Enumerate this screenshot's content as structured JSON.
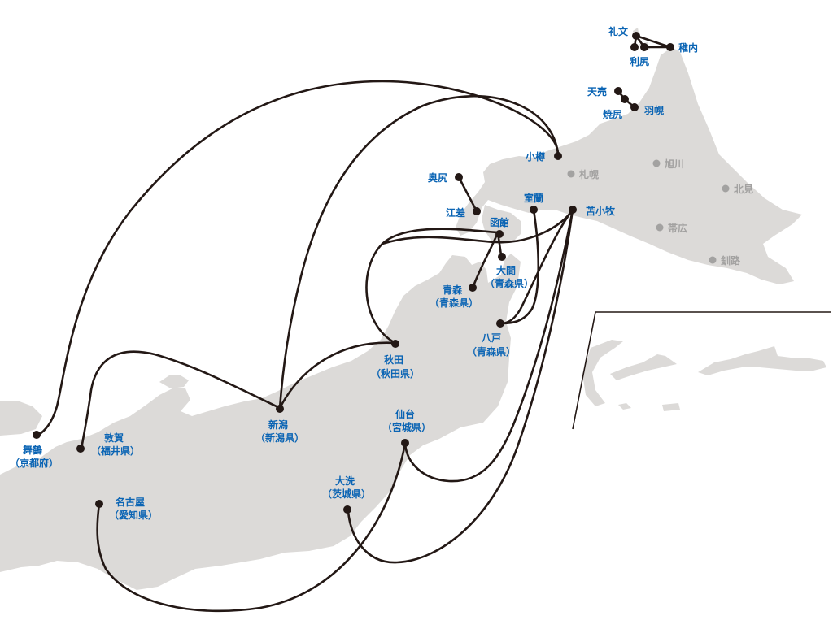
{
  "colors": {
    "land": "#dcdad8",
    "route": "#231815",
    "port_label": "#0a64b4",
    "city_label": "#a3a2a1"
  },
  "ports": [
    {
      "id": "rebun",
      "label": "礼文",
      "sub": ""
    },
    {
      "id": "wakkanai",
      "label": "稚内",
      "sub": ""
    },
    {
      "id": "rishiri",
      "label": "利尻",
      "sub": ""
    },
    {
      "id": "teuri",
      "label": "天売",
      "sub": ""
    },
    {
      "id": "yagishiri",
      "label": "焼尻",
      "sub": ""
    },
    {
      "id": "haboro",
      "label": "羽幌",
      "sub": ""
    },
    {
      "id": "otaru",
      "label": "小樽",
      "sub": ""
    },
    {
      "id": "okushiri",
      "label": "奥尻",
      "sub": ""
    },
    {
      "id": "esashi",
      "label": "江差",
      "sub": ""
    },
    {
      "id": "muroran",
      "label": "室蘭",
      "sub": ""
    },
    {
      "id": "tomakomai",
      "label": "苫小牧",
      "sub": ""
    },
    {
      "id": "hakodate",
      "label": "函館",
      "sub": ""
    },
    {
      "id": "oma",
      "label": "大間",
      "sub": "（青森県）"
    },
    {
      "id": "aomori",
      "label": "青森",
      "sub": "（青森県）"
    },
    {
      "id": "hachinohe",
      "label": "八戸",
      "sub": "（青森県）"
    },
    {
      "id": "akita",
      "label": "秋田",
      "sub": "（秋田県）"
    },
    {
      "id": "sendai",
      "label": "仙台",
      "sub": "（宮城県）"
    },
    {
      "id": "niigata",
      "label": "新潟",
      "sub": "（新潟県）"
    },
    {
      "id": "oarai",
      "label": "大洗",
      "sub": "（茨城県）"
    },
    {
      "id": "maizuru",
      "label": "舞鶴",
      "sub": "（京都府）"
    },
    {
      "id": "tsuruga",
      "label": "敦賀",
      "sub": "（福井県）"
    },
    {
      "id": "nagoya",
      "label": "名古屋",
      "sub": "（愛知県）"
    }
  ],
  "cities": [
    {
      "id": "sapporo",
      "label": "札幌"
    },
    {
      "id": "asahikawa",
      "label": "旭川"
    },
    {
      "id": "kitami",
      "label": "北見"
    },
    {
      "id": "obihiro",
      "label": "帯広"
    },
    {
      "id": "kushiro",
      "label": "釧路"
    }
  ],
  "routes": [
    {
      "from": "rebun",
      "to": "wakkanai"
    },
    {
      "from": "rishiri",
      "to": "wakkanai"
    },
    {
      "from": "rebun",
      "to": "rishiri"
    },
    {
      "from": "teuri",
      "to": "haboro"
    },
    {
      "from": "okushiri",
      "to": "esashi"
    },
    {
      "from": "otaru",
      "to": "maizuru"
    },
    {
      "from": "otaru",
      "to": "niigata"
    },
    {
      "from": "hakodate",
      "to": "aomori"
    },
    {
      "from": "hakodate",
      "to": "oma"
    },
    {
      "from": "hakodate",
      "to": "akita"
    },
    {
      "from": "muroran",
      "to": "hachinohe"
    },
    {
      "from": "tomakomai",
      "to": "hachinohe"
    },
    {
      "from": "tomakomai",
      "to": "akita"
    },
    {
      "from": "tomakomai",
      "to": "sendai"
    },
    {
      "from": "tomakomai",
      "to": "oarai"
    },
    {
      "from": "akita",
      "to": "niigata"
    },
    {
      "from": "niigata",
      "to": "tsuruga"
    },
    {
      "from": "sendai",
      "to": "nagoya"
    }
  ]
}
